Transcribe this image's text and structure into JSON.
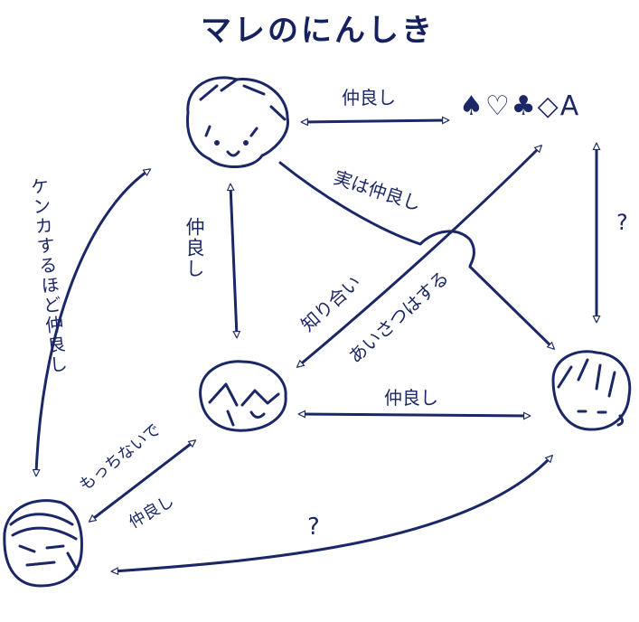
{
  "title": "マレのにんしき",
  "ink_color": "#1b2766",
  "nodes": {
    "symbols": "♠♡♣◇A"
  },
  "edges": {
    "top_to_symbols": "仲良し",
    "top_to_right": "実は仲良し",
    "top_to_middle": "仲良し",
    "left_curve": "ケンカするほど仲良し",
    "symbols_to_middle_upper": "知り合い",
    "symbols_to_middle_lower": "あいさつはする",
    "symbols_to_right": "?",
    "middle_to_right": "仲良し",
    "bottom_to_middle_upper": "もっちないで",
    "bottom_to_middle_lower": "仲良し",
    "bottom_to_right": "?"
  }
}
